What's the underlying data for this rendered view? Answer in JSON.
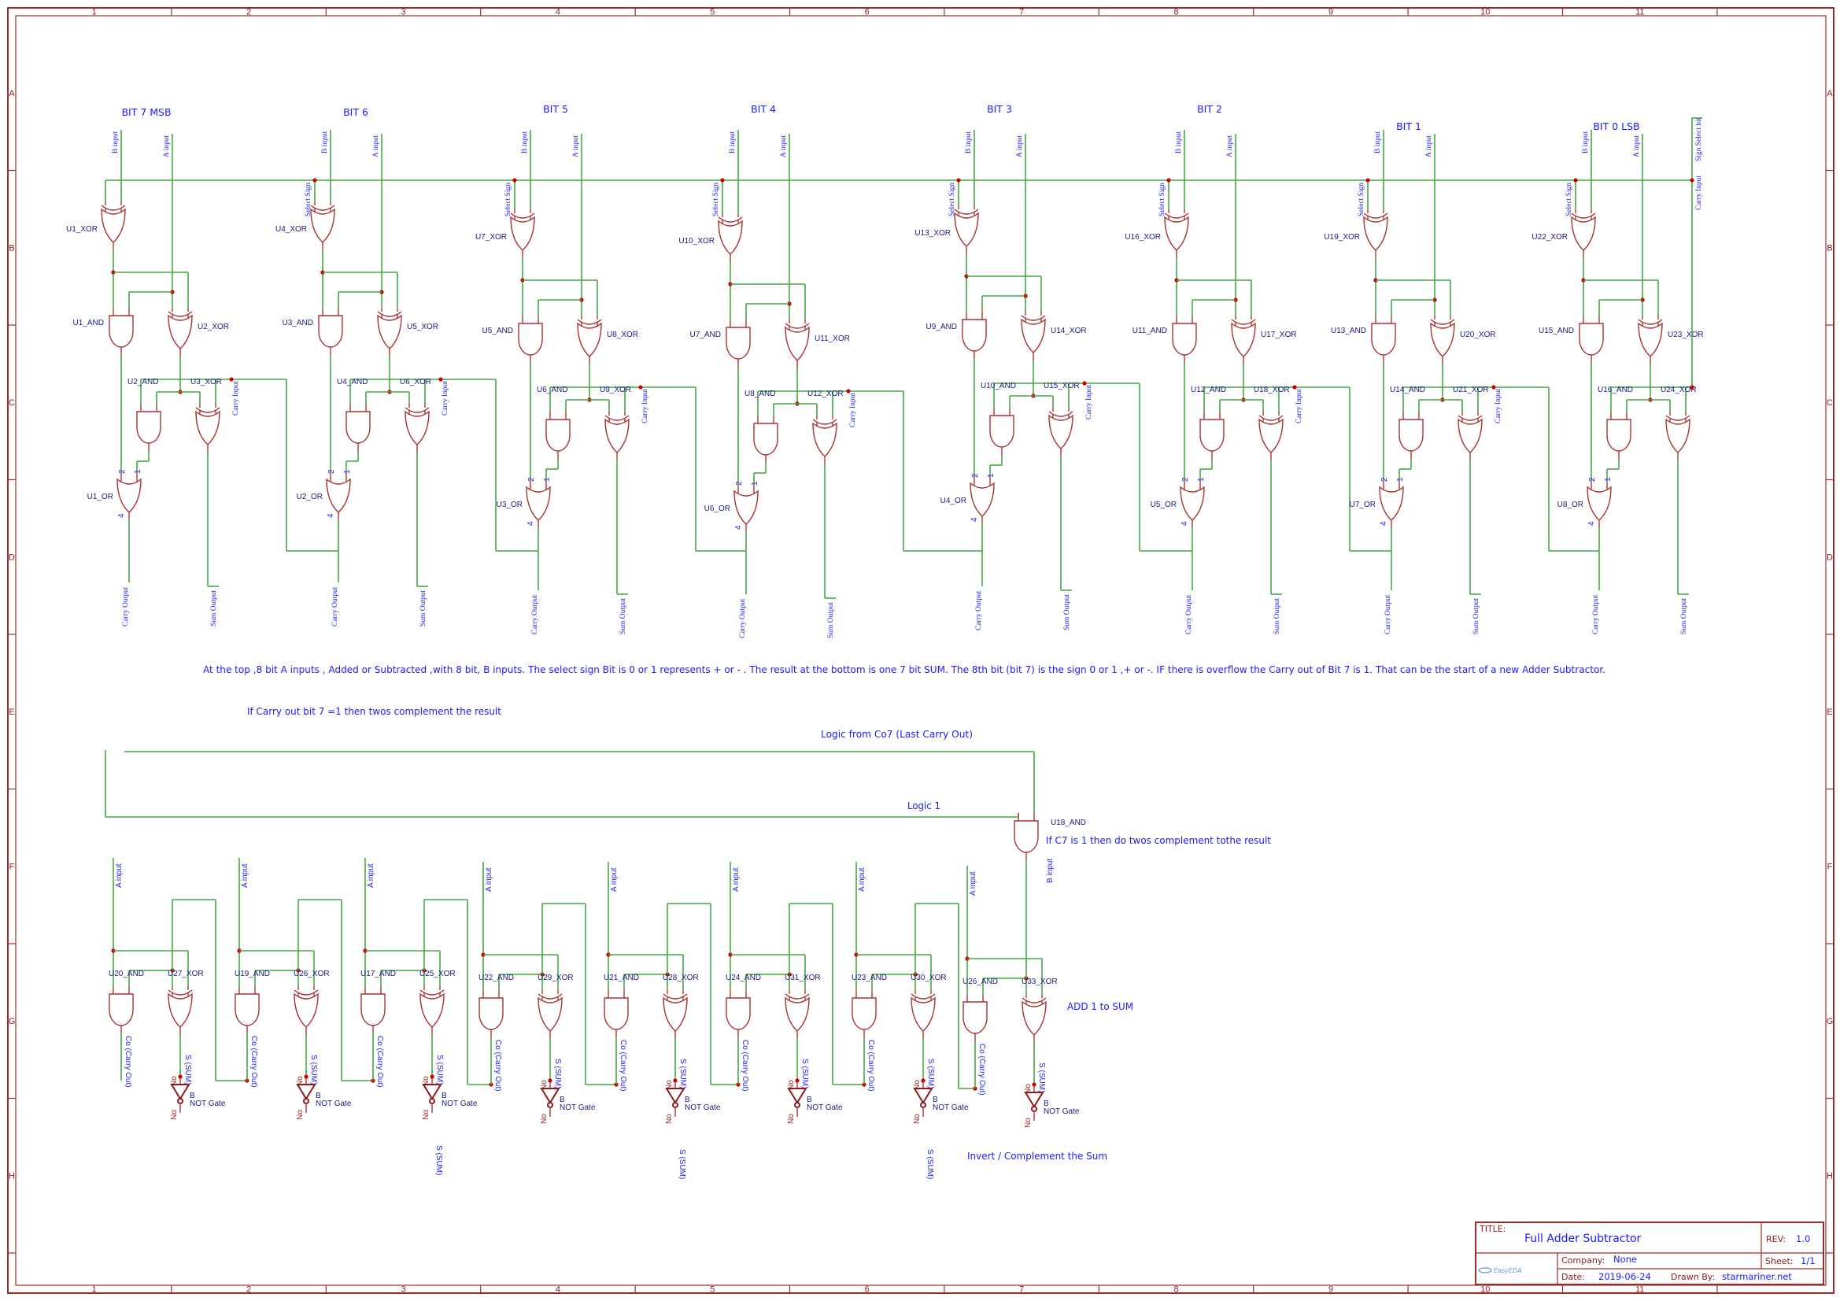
{
  "sheet": {
    "columns": [
      "1",
      "2",
      "3",
      "4",
      "5",
      "6",
      "7",
      "8",
      "9",
      "10",
      "11"
    ],
    "rows": [
      "A",
      "B",
      "C",
      "D",
      "E",
      "F",
      "G",
      "H"
    ]
  },
  "pins": {
    "b_input": "B input",
    "a_input": "A input",
    "select_sign": "Select Sign",
    "carry_input": "Carry Input",
    "carry_output": "Carry Output",
    "sum_output": "Sum Output",
    "sign_select_bit": "Sign Select bit",
    "or_pin_2": "2",
    "or_pin_1": "1",
    "or_pin_4": "4"
  },
  "bits": [
    {
      "title": "BIT 7 MSB",
      "gates": {
        "xor1": "U1_XOR",
        "and1": "U1_AND",
        "xor2": "U2_XOR",
        "and2": "U2_AND",
        "xor3": "U3_XOR",
        "or": "U1_OR"
      }
    },
    {
      "title": "BIT 6",
      "gates": {
        "xor1": "U4_XOR",
        "and1": "U3_AND",
        "xor2": "U5_XOR",
        "and2": "U4_AND",
        "xor3": "U6_XOR",
        "or": "U2_OR"
      }
    },
    {
      "title": "BIT 5",
      "gates": {
        "xor1": "U7_XOR",
        "and1": "U5_AND",
        "xor2": "U8_XOR",
        "and2": "U6_AND",
        "xor3": "U9_XOR",
        "or": "U3_OR"
      }
    },
    {
      "title": "BIT 4",
      "gates": {
        "xor1": "U10_XOR",
        "and1": "U7_AND",
        "xor2": "U11_XOR",
        "and2": "U8_AND",
        "xor3": "U12_XOR",
        "or": "U6_OR"
      }
    },
    {
      "title": "BIT 3",
      "gates": {
        "xor1": "U13_XOR",
        "and1": "U9_AND",
        "xor2": "U14_XOR",
        "and2": "U10_AND",
        "xor3": "U15_XOR",
        "or": "U4_OR"
      }
    },
    {
      "title": "BIT 2",
      "gates": {
        "xor1": "U16_XOR",
        "and1": "U11_AND",
        "xor2": "U17_XOR",
        "and2": "U12_AND",
        "xor3": "U18_XOR",
        "or": "U5_OR"
      }
    },
    {
      "title": "BIT 1",
      "gates": {
        "xor1": "U19_XOR",
        "and1": "U13_AND",
        "xor2": "U20_XOR",
        "and2": "U14_AND",
        "xor3": "U21_XOR",
        "or": "U7_OR"
      }
    },
    {
      "title": "BIT 0 LSB",
      "gates": {
        "xor1": "U22_XOR",
        "and1": "U15_AND",
        "xor2": "U23_XOR",
        "and2": "U16_AND",
        "xor3": "U24_XOR",
        "or": "U8_OR"
      }
    }
  ],
  "notes": {
    "description": "At the top ,8 bit A inputs , Added or Subtracted ,with 8 bit, B inputs. The select sign Bit is 0 or 1 represents + or - . The result at the bottom is one 7 bit SUM. The 8th bit (bit 7) is the sign 0 or 1 ,+ or -. IF there is overflow the Carry out of Bit 7 is 1. That can be the start of a new Adder Subtractor.",
    "carry_rule": "If Carry out bit 7 =1 then twos complement the result",
    "logic_co7": "Logic from Co7 (Last Carry Out)",
    "logic_1": "Logic 1",
    "c7_rule": "If C7 is 1 then do twos complement tothe result",
    "add_one": "ADD 1 to SUM",
    "invert": "Invert / Complement the Sum"
  },
  "bottom": {
    "u18_and": "U18_AND",
    "b_input": "B input",
    "labels": {
      "a_input": "A input",
      "carry_out": "Co (Carry Out)",
      "sum": "S (SUM)",
      "not_b": "B",
      "not_gate": "NOT Gate",
      "not_pin": "No"
    },
    "modules": [
      {
        "and": "U20_AND",
        "xor": "U27_XOR"
      },
      {
        "and": "U19_AND",
        "xor": "U26_XOR"
      },
      {
        "and": "U17_AND",
        "xor": "U25_XOR"
      },
      {
        "and": "U22_AND",
        "xor": "U29_XOR"
      },
      {
        "and": "U21_AND",
        "xor": "U28_XOR"
      },
      {
        "and": "U24_AND",
        "xor": "U31_XOR"
      },
      {
        "and": "U23_AND",
        "xor": "U30_XOR"
      },
      {
        "and": "U26_AND",
        "xor": "U33_XOR"
      }
    ]
  },
  "title_block": {
    "title_key": "TITLE:",
    "title": "Full Adder Subtractor",
    "rev_key": "REV:",
    "rev": "1.0",
    "company_key": "Company:",
    "company": "None",
    "sheet_key": "Sheet:",
    "sheet": "1/1",
    "date_key": "Date:",
    "date": "2019-06-24",
    "drawn_by_key": "Drawn By:",
    "drawn_by": "starmariner.net",
    "logo": "EasyEDA"
  },
  "colors": {
    "wire": "#46a846",
    "gate": "#b5504f",
    "junction": "#cc0000",
    "frame": "#9b2c2c",
    "text": "#1b1bff",
    "designator": "#1a1a80"
  }
}
